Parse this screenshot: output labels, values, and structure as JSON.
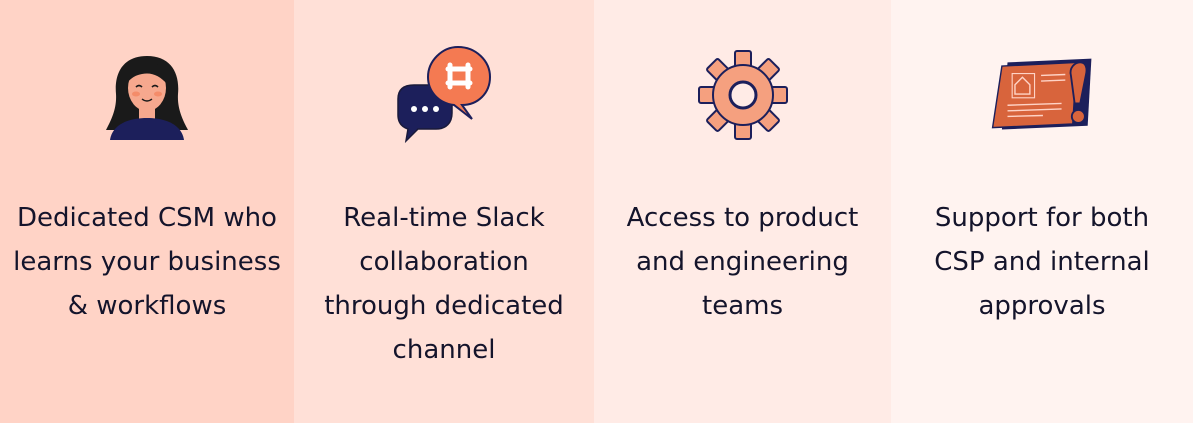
{
  "colors": {
    "card_1_bg": "#ffd3c6",
    "card_2_bg": "#ffe0d7",
    "card_3_bg": "#ffebe6",
    "card_4_bg": "#fff3f0",
    "accent_orange": "#f47a52",
    "accent_navy": "#1c1f5b"
  },
  "cards": [
    {
      "icon": "person-avatar-icon",
      "text": "Dedicated CSM who learns your business & workflows"
    },
    {
      "icon": "slack-chat-bubbles-icon",
      "text": "Real-time Slack collaboration through dedicated channel"
    },
    {
      "icon": "gear-icon",
      "text": "Access to product and engineering teams"
    },
    {
      "icon": "document-approval-icon",
      "text": "Support for both CSP and internal approvals"
    }
  ]
}
